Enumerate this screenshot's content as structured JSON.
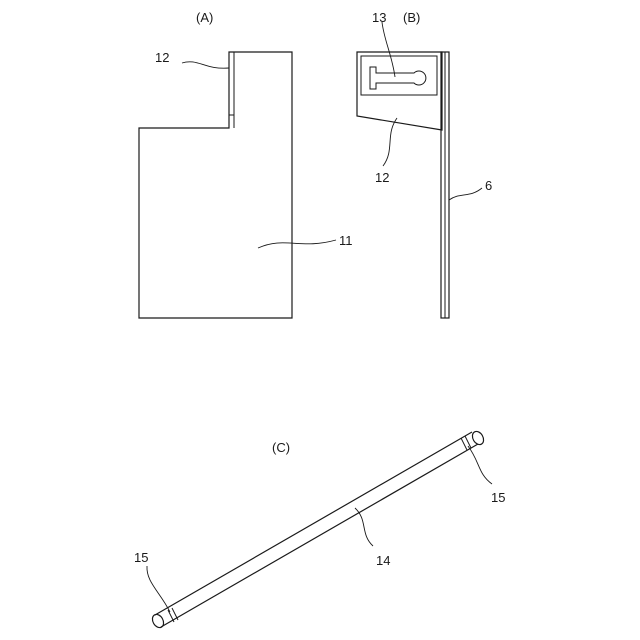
{
  "figures": {
    "a": {
      "caption": "(A)",
      "labels": {
        "tab": "12",
        "plate": "11"
      }
    },
    "b": {
      "caption": "(B)",
      "labels": {
        "hole": "13",
        "tab": "12",
        "rail": "6"
      }
    },
    "c": {
      "caption": "(C)",
      "labels": {
        "end_right": "15",
        "rod": "14",
        "end_left": "15"
      }
    }
  }
}
